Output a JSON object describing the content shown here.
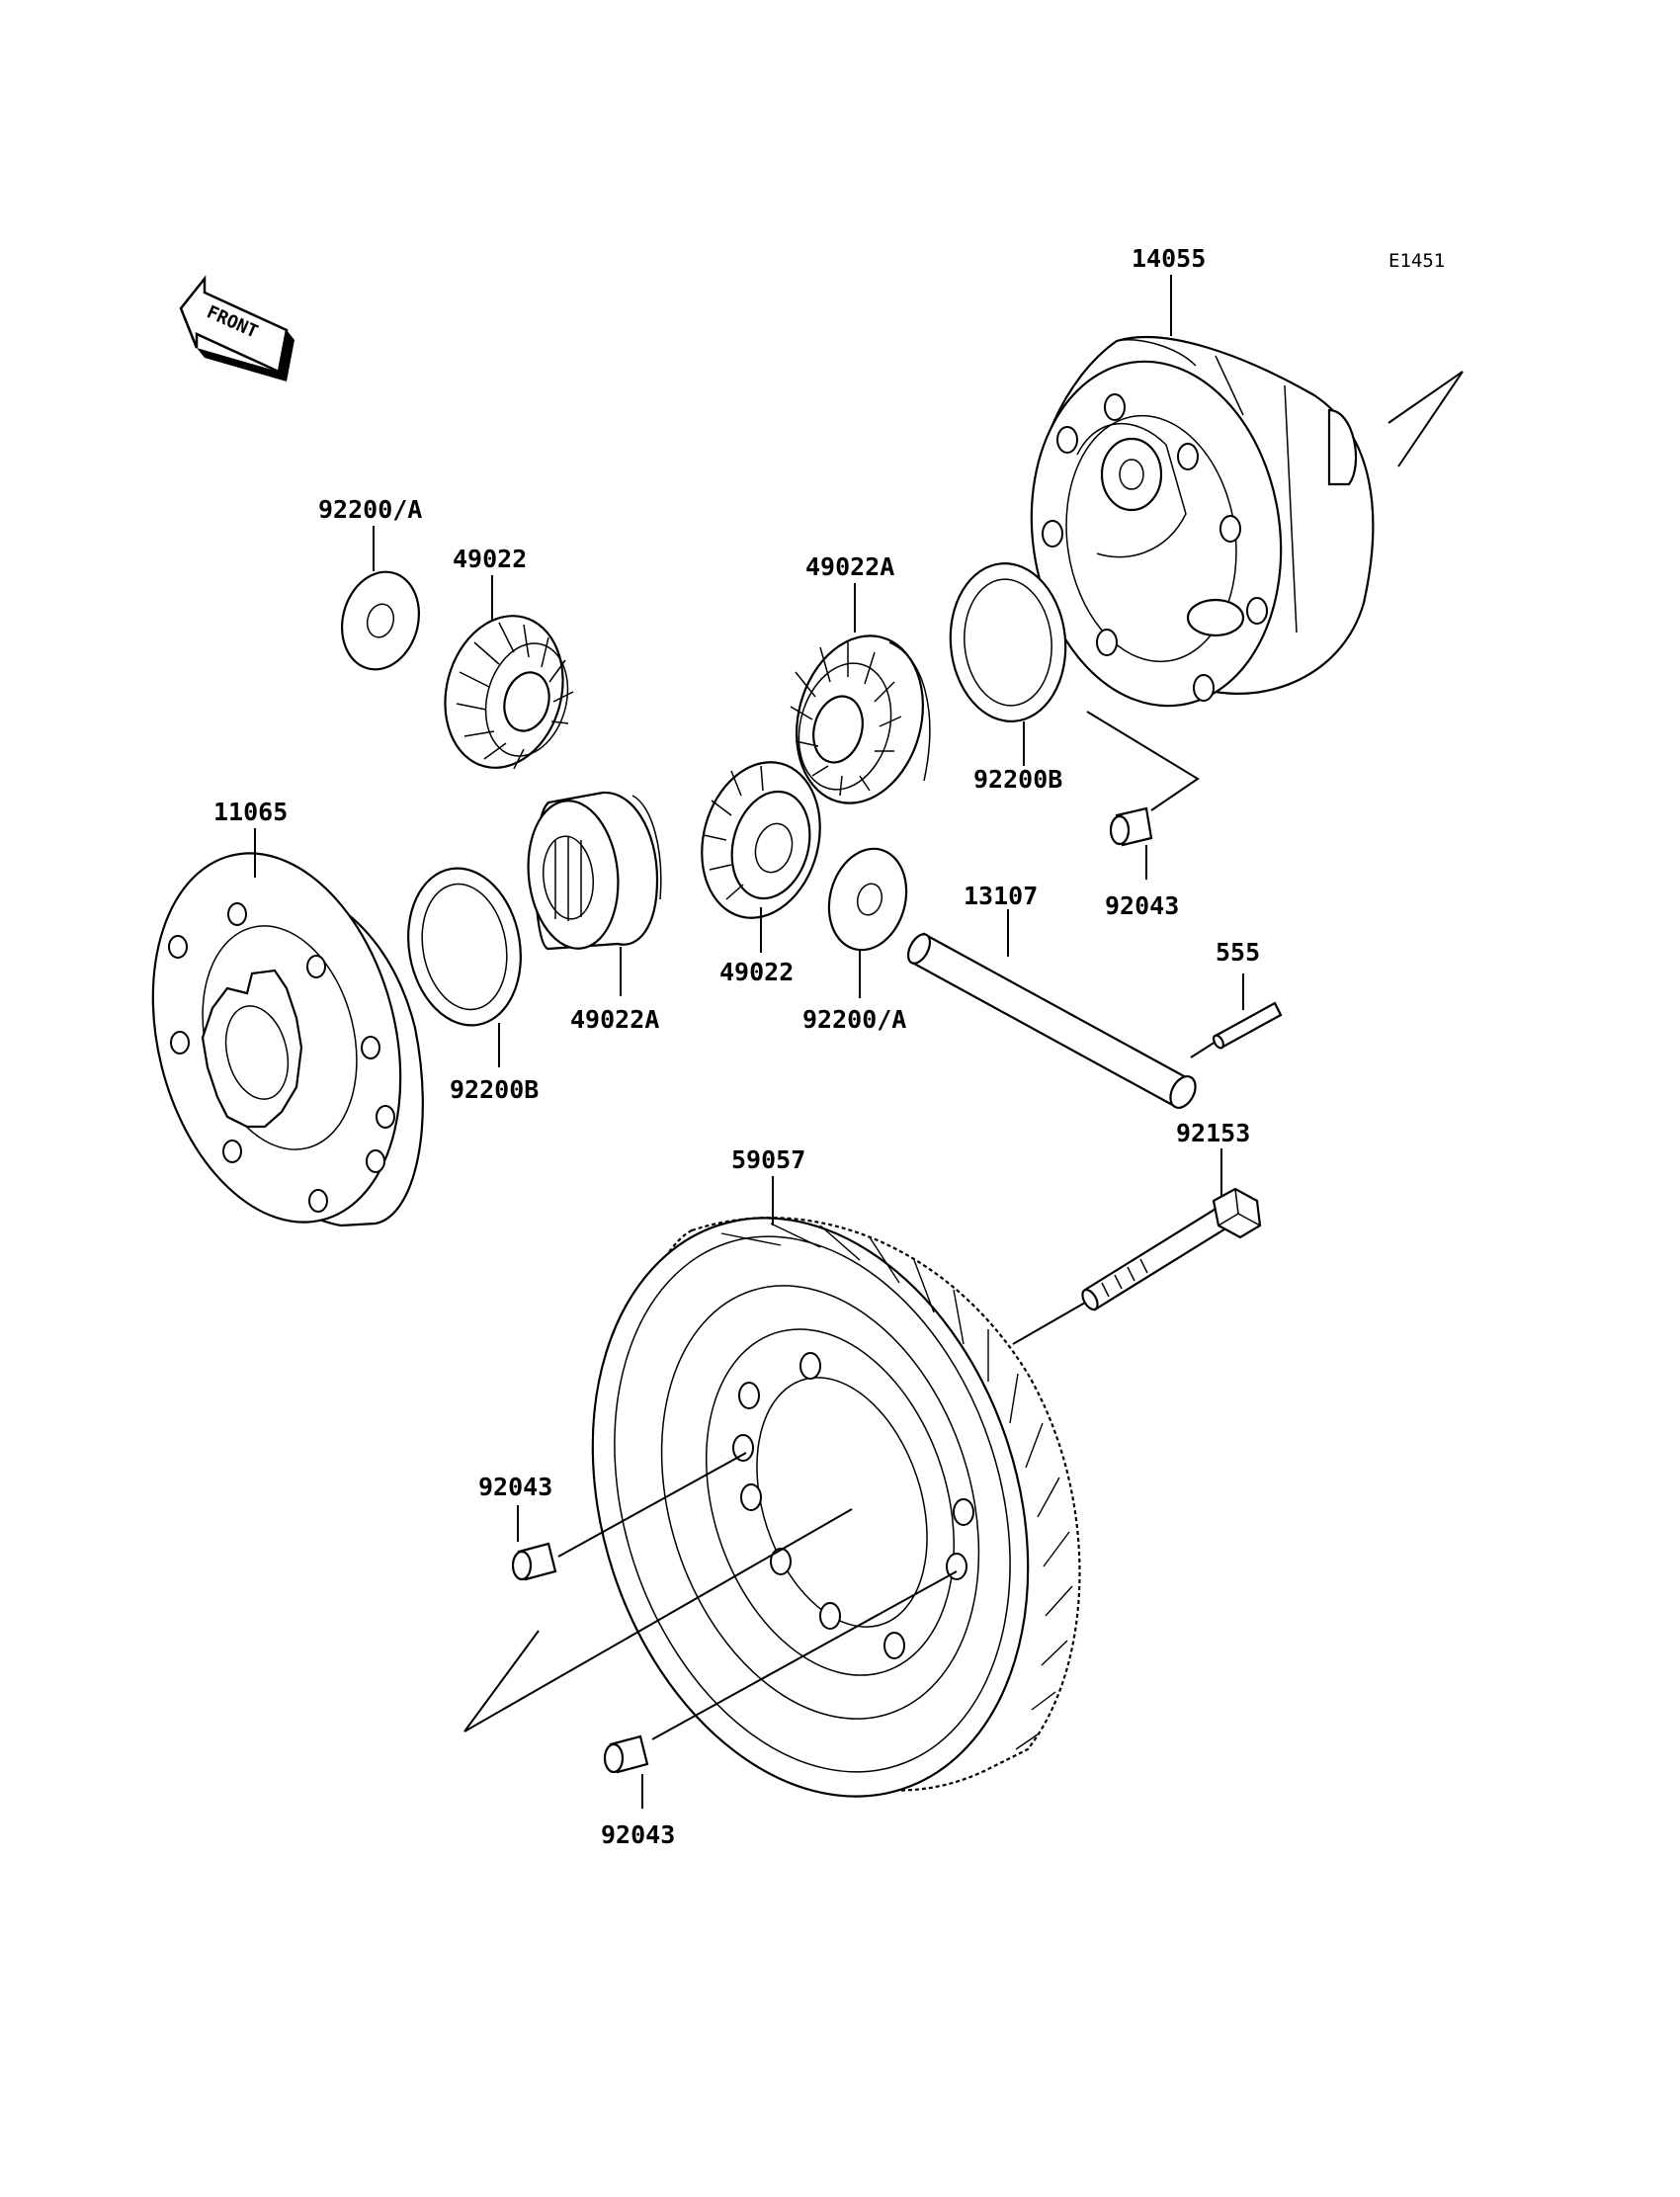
{
  "diagram": {
    "code": "E1451",
    "front_label": "FRONT",
    "callouts": {
      "p14055": "14055",
      "p92200A_top": "92200/A",
      "p49022_top": "49022",
      "p49022A_top": "49022A",
      "p92200B_right": "92200B",
      "p11065": "11065",
      "p92043_right": "92043",
      "p13107": "13107",
      "p555": "555",
      "p49022A_mid": "49022A",
      "p49022_mid": "49022",
      "p92200A_mid": "92200/A",
      "p92200B_left": "92200B",
      "p59057": "59057",
      "p92153": "92153",
      "p92043_left": "92043",
      "p92043_bottom": "92043"
    }
  }
}
